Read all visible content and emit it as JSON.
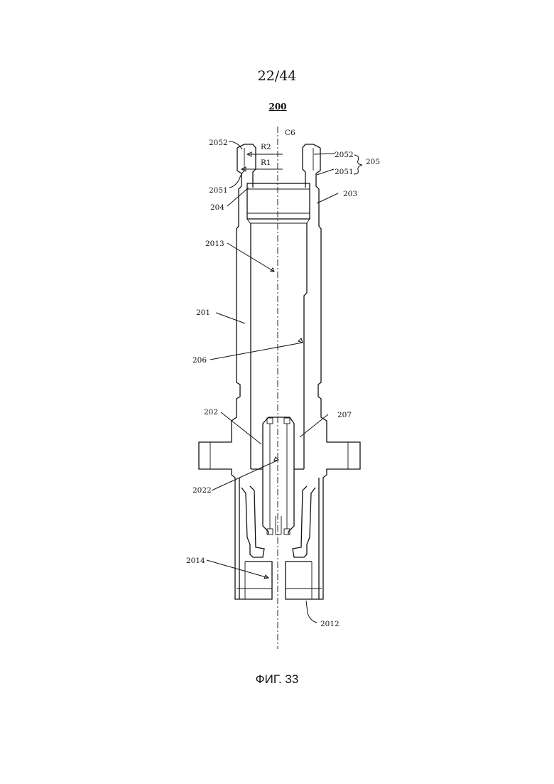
{
  "page": {
    "number": "22/44",
    "figure_ref": "200",
    "caption": "ФИГ. 33"
  },
  "labels": {
    "axis": "C6",
    "r2": "R2",
    "r1": "R1",
    "p2052_left": "2052",
    "p2052_right": "2052",
    "p205": "205",
    "p2051_right": "2051",
    "p2051_left": "2051",
    "p204": "204",
    "p203": "203",
    "p2013": "2013",
    "p201": "201",
    "p206": "206",
    "p202": "202",
    "p207": "207",
    "p2022": "2022",
    "p2014": "2014",
    "p2012": "2012"
  }
}
